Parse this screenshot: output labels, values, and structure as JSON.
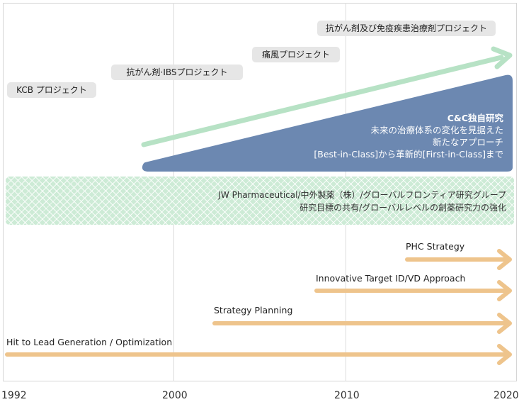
{
  "axis": {
    "years": [
      "1992",
      "2000",
      "2010",
      "2020"
    ]
  },
  "projects": [
    {
      "label": "KCB プロジェクト"
    },
    {
      "label": "抗がん剤·IBSプロジェクト"
    },
    {
      "label": "痛風プロジェクト"
    },
    {
      "label": "抗がん剤及び免疫疾患治療剤プロジェクト"
    }
  ],
  "cc_research": {
    "title": "C&C独自研究",
    "lines": [
      "未来の治療体系の変化を見据えた",
      "新たなアプローチ",
      "[Best-in-Class]から革新的[First-in-Class]まで"
    ]
  },
  "collaboration": {
    "line1": "JW Pharmaceutical/中外製薬（株）/グローバルフロンティア研究グループ",
    "line2": "研究目標の共有/グローバルレベルの創薬研究力の強化"
  },
  "strategies": [
    {
      "label": "PHC Strategy"
    },
    {
      "label": "Innovative Target ID/VD Approach"
    },
    {
      "label": "Strategy Planning"
    },
    {
      "label": "Hit to Lead Generation / Optimization"
    }
  ],
  "colors": {
    "green_arrow": "#b7e2c5",
    "wedge": "#6c88b1",
    "orange_arrow": "#eec48c",
    "band": "#cdebd6",
    "pill": "#e6e6e6"
  }
}
